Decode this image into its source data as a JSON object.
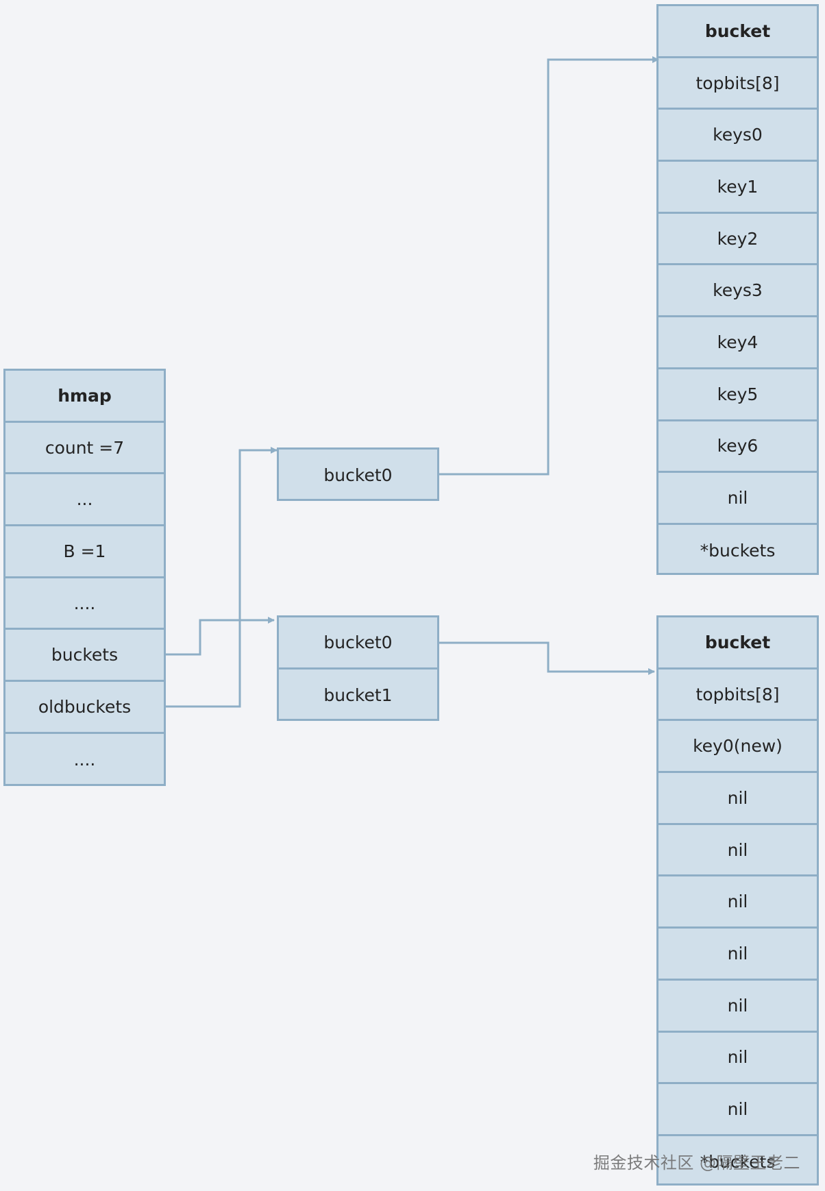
{
  "hmap": {
    "header": "hmap",
    "fields": [
      "count =7",
      "...",
      "B =1",
      "....",
      "buckets",
      "oldbuckets",
      "...."
    ]
  },
  "buckets_array": {
    "items": [
      "bucket0"
    ]
  },
  "oldbuckets_array": {
    "items": [
      "bucket0",
      "bucket1"
    ]
  },
  "bucket_top": {
    "header": "bucket",
    "fields": [
      "topbits[8]",
      "keys0",
      "key1",
      "key2",
      "keys3",
      "key4",
      "key5",
      "key6",
      "nil",
      "*buckets"
    ]
  },
  "bucket_bottom": {
    "header": "bucket",
    "fields": [
      "topbits[8]",
      "key0(new)",
      "nil",
      "nil",
      "nil",
      "nil",
      "nil",
      "nil",
      "nil",
      "*buckets"
    ]
  },
  "watermark": "掘金技术社区 @隔壁王老二",
  "colors": {
    "background": "#f3f4f7",
    "cell_fill": "#d0dfea",
    "border": "#8eaec6",
    "text": "#232323"
  }
}
